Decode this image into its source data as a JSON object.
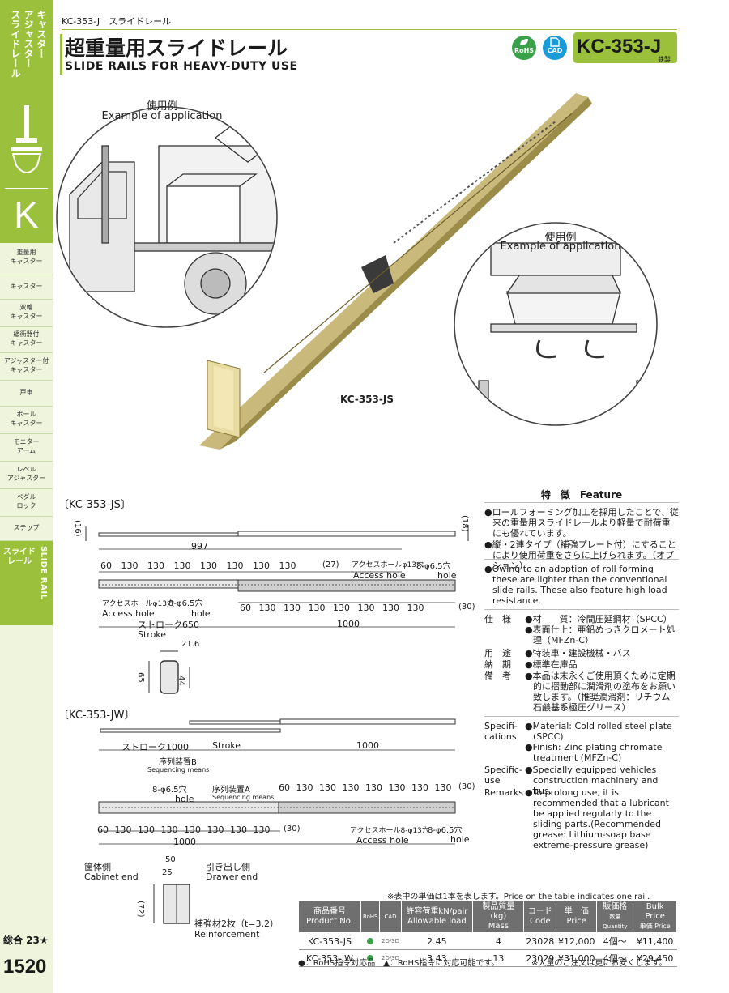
{
  "sidebar": {
    "category_vertical": [
      "キャスター",
      "アジャスター",
      "スライドレール"
    ],
    "letter": "K",
    "items": [
      {
        "label": "重量用\nキャスター"
      },
      {
        "label": "キャスター"
      },
      {
        "label": "双輪\nキャスター"
      },
      {
        "label": "緩衝器付\nキャスター"
      },
      {
        "label": "アジャスター付\nキャスター"
      },
      {
        "label": "戸車"
      },
      {
        "label": "ボール\nキャスター"
      },
      {
        "label": "モニター\nアーム"
      },
      {
        "label": "レベル\nアジャスター"
      },
      {
        "label": "ペダル\nロック"
      },
      {
        "label": "ステップ"
      }
    ],
    "active": {
      "label": "スライド\nレール",
      "en": "SLIDE RAIL"
    },
    "total_label": "総合 23★",
    "page_number": "1520"
  },
  "header": {
    "breadcrumb": "KC-353-J　スライドレール",
    "title_ja": "超重量用スライドレール",
    "title_en": "SLIDE RAILS FOR HEAVY-DUTY USE",
    "badges": [
      {
        "label": "RoHS",
        "color": "#3aa14a",
        "icon": "rohs-leaf-icon"
      },
      {
        "label": "CAD",
        "color": "#1a9ad6",
        "icon": "cad-file-icon"
      }
    ],
    "model_code": "KC-353-J",
    "material": "鉄製",
    "accent_color": "#9bc13c"
  },
  "images": {
    "example1_ja": "使用例",
    "example1_en": "Example of application",
    "example2_ja": "使用例",
    "example2_en": "Example of application",
    "rail_label": "KC-353-JS"
  },
  "drawings": {
    "js": {
      "title": "〔KC-353-JS〕",
      "h_left": "(16)",
      "h_right": "(18)",
      "total": "997",
      "top_pitches": [
        "60",
        "130",
        "130",
        "130",
        "130",
        "130",
        "130",
        "130",
        "(27)"
      ],
      "bottom_pitches": [
        "60",
        "130",
        "130",
        "130",
        "130",
        "130",
        "130",
        "130",
        "(30)"
      ],
      "access_top_ja": "アクセスホールφ13穴",
      "access_top_en": "Access hole",
      "holes_top_ja": "8-φ6.5穴",
      "holes_top_en": "hole",
      "access_bot_ja": "アクセスホールφ13穴",
      "access_bot_en": "Access hole",
      "holes_bot_ja": "8-φ6.5穴",
      "holes_bot_en": "hole",
      "stroke_ja": "ストローク650",
      "stroke_en": "Stroke",
      "length": "1000",
      "section_w": "21.6",
      "section_h": "65",
      "section_h2": "44"
    },
    "jw": {
      "title": "〔KC-353-JW〕",
      "stroke_ja": "ストローク1000",
      "stroke_en": "Stroke",
      "length_top": "1000",
      "seq_b_ja": "序列装置B",
      "seq_b_en": "Sequencing means",
      "seq_a_ja": "序列装置A",
      "seq_a_en": "Sequencing means",
      "holes_ja": "8-φ6.5穴",
      "holes_en": "hole",
      "top_pitches": [
        "60",
        "130",
        "130",
        "130",
        "130",
        "130",
        "130",
        "130",
        "(30)"
      ],
      "bottom_pitches": [
        "60",
        "130",
        "130",
        "130",
        "130",
        "130",
        "130",
        "130",
        "(30)"
      ],
      "access_ja": "アクセスホール8-φ13穴",
      "access_en": "Access hole",
      "holes2_ja": "8-φ6.5穴",
      "holes2_en": "hole",
      "length": "1000",
      "cabinet_ja": "筐体側",
      "cabinet_en": "Cabinet end",
      "drawer_ja": "引き出し側",
      "drawer_en": "Drawer end",
      "w50": "50",
      "w25": "25",
      "h72": "(72)",
      "reinf_ja": "補強材2枚（t=3.2）",
      "reinf_en": "Reinforcement"
    }
  },
  "features": {
    "heading": "特　徴　Feature",
    "ja": [
      "●ロールフォーミング加工を採用したことで、従来の重量用スライドレールより軽量で耐荷重にも優れています。",
      "●縦・2連タイプ（補強プレート付）にすることにより使用荷重をさらに上げられます。（オプション）"
    ],
    "en": [
      "●Owing to an adoption of roll forming these are lighter than the conventional slide rails. These also feature high load resistance."
    ],
    "spec_ja": [
      {
        "key": "仕　様",
        "values": [
          "●材　　質：冷間圧延鋼材（SPCC）",
          "●表面仕上：亜鉛めっきクロメート処理（MFZn-C）"
        ]
      },
      {
        "key": "用　途",
        "values": [
          "●特装車・建設機械・バス"
        ]
      },
      {
        "key": "納　期",
        "values": [
          "●標準在庫品"
        ]
      },
      {
        "key": "備　考",
        "values": [
          "●本品は末永くご使用頂くために定期的に摺動部に潤滑剤の塗布をお願い致します。（推奨潤滑剤：リチウム石鹸基系極圧グリース）"
        ]
      }
    ],
    "spec_en": [
      {
        "key": "Specifi-\ncations",
        "values": [
          "●Material: Cold rolled steel plate (SPCC)",
          "●Finish: Zinc plating chromate treatment (MFZn-C)"
        ]
      },
      {
        "key": "Specific-\nuse",
        "values": [
          "●Specially equipped vehicles construction machinery and bus."
        ]
      },
      {
        "key": "Remarks",
        "values": [
          "●To prolong use, it is recommended that a lubricant be applied regularly to the sliding parts.(Recommended grease: Lithium-soap base extreme-pressure grease)"
        ]
      }
    ]
  },
  "table": {
    "note": "※表中の単価は1本を表します。Price on the table indicates one rail.",
    "headers": {
      "product": "商品番号\nProduct No.",
      "rohs": "RoHS",
      "cad": "CAD",
      "load": "許容荷重kN/pair\nAllowable load",
      "mass": "製品質量(kg)\nMass",
      "code": "コード\nCode",
      "price": "単　価\nPrice",
      "bulk_qty": "販価格",
      "bulk_qty_sub": "数量 Quantity",
      "bulk": "Bulk Price",
      "bulk_sub": "単価 Price"
    },
    "rows": [
      {
        "product": "KC-353-JS",
        "cad": "2D/3D",
        "load": "2.45",
        "mass": "4",
        "code": "23028",
        "price": "¥12,000",
        "qty": "4個～",
        "bulk": "¥11,400"
      },
      {
        "product": "KC-353-JW",
        "cad": "2D/3D",
        "load": "3.43",
        "mass": "13",
        "code": "23029",
        "price": "¥31,000",
        "qty": "4個～",
        "bulk": "¥29,450"
      }
    ],
    "legend_left": "●：RoHS指令対応品　▲：RoHS指令に対応可能です。",
    "legend_right": "※大量のご注文は更にお安くします。"
  }
}
